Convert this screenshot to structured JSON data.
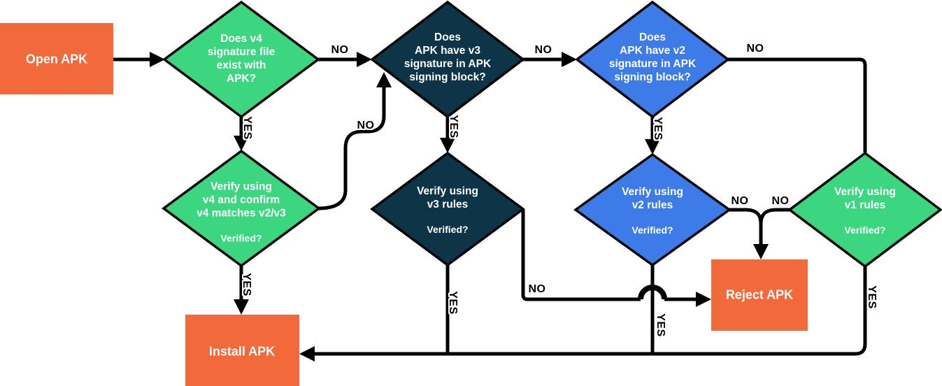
{
  "colors": {
    "orange": "#F2693B",
    "green": "#3CD681",
    "navy": "#0D3447",
    "blue": "#3C7BE8",
    "line": "#000000",
    "text_light": "#FFFFFF"
  },
  "nodes": {
    "open": {
      "label": "Open APK"
    },
    "q_v4": {
      "lines": [
        "Does v4",
        "signature file",
        "exist with",
        "APK?"
      ]
    },
    "q_v3": {
      "lines": [
        "Does",
        "APK have v3",
        "signature in APK",
        "signing block?"
      ]
    },
    "q_v2": {
      "lines": [
        "Does",
        "APK have v2",
        "signature in APK",
        "signing block?"
      ]
    },
    "verify_v4": {
      "lines": [
        "Verify using",
        "v4 and confirm",
        "v4 matches v2/v3"
      ],
      "question": "Verified?"
    },
    "verify_v3": {
      "lines": [
        "Verify using",
        "v3 rules"
      ],
      "question": "Verified?"
    },
    "verify_v2": {
      "lines": [
        "Verify using",
        "v2 rules"
      ],
      "question": "Verified?"
    },
    "verify_v1": {
      "lines": [
        "Verify using",
        "v1 rules"
      ],
      "question": "Verified?"
    },
    "reject": {
      "label": "Reject APK"
    },
    "install": {
      "label": "Install APK"
    }
  },
  "edge_labels": {
    "q_v4_no": "NO",
    "q_v4_yes": "YES",
    "q_v3_no": "NO",
    "q_v3_yes": "YES",
    "q_v2_no": "NO",
    "q_v2_yes": "YES",
    "verify_v4_no": "NO",
    "verify_v4_yes": "YES",
    "verify_v3_no": "NO",
    "verify_v3_yes": "YES",
    "verify_v2_no": "NO",
    "verify_v2_yes": "YES",
    "verify_v1_no": "NO",
    "verify_v1_yes": "YES"
  }
}
